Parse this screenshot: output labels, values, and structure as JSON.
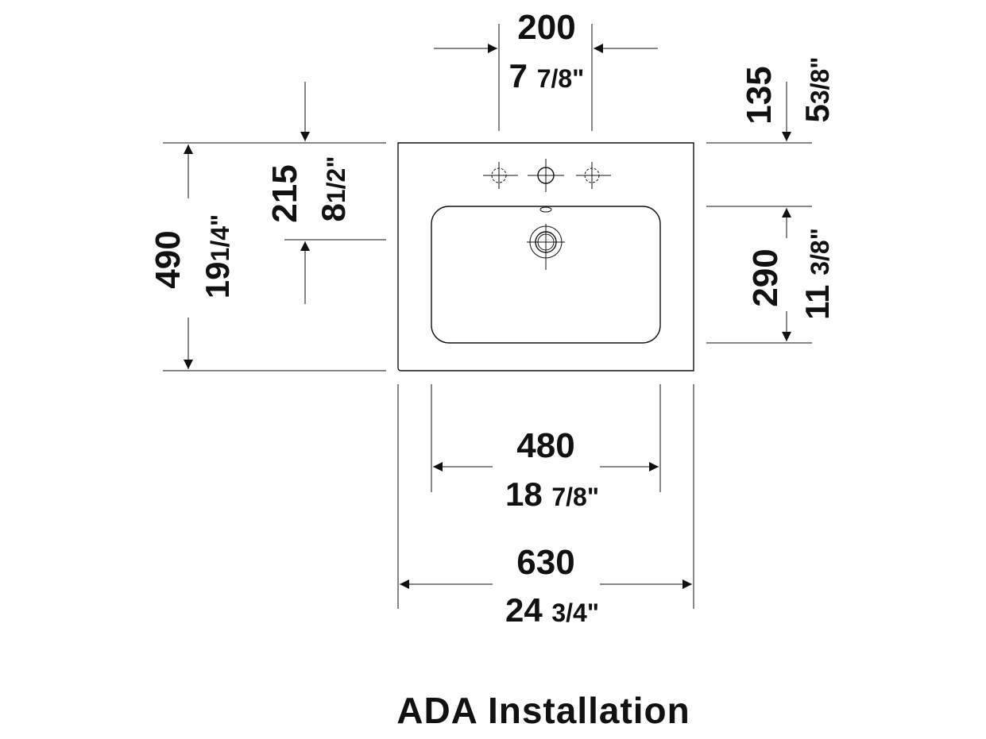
{
  "dimensions": {
    "tap_spacing": {
      "mm": "200",
      "in_whole": "7",
      "in_frac": "7/8\""
    },
    "tap_to_back": {
      "mm": "135",
      "in_whole": "5",
      "in_frac": "3/8\""
    },
    "back_to_drain": {
      "mm": "215",
      "in_whole": "8",
      "in_frac": "1/2\""
    },
    "total_depth": {
      "mm": "490",
      "in_whole": "19",
      "in_frac": "1/4\""
    },
    "bowl_depth": {
      "mm": "290",
      "in_whole": "11",
      "in_frac": "3/8\""
    },
    "bowl_width": {
      "mm": "480",
      "in_whole": "18",
      "in_frac": "7/8\""
    },
    "total_width": {
      "mm": "630",
      "in_whole": "24",
      "in_frac": "3/4\""
    }
  },
  "caption": "ADA Installation"
}
